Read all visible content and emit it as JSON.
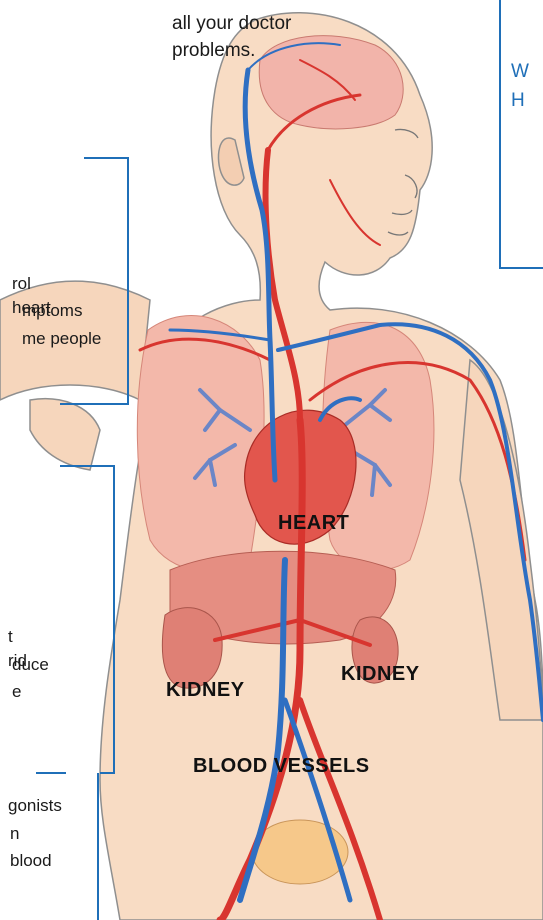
{
  "intro_lines": [
    "all your doctor",
    "problems."
  ],
  "right_callout_lines": [
    "W",
    "H"
  ],
  "callout_1_lines": [
    "rol heart",
    "mptoms",
    "me people"
  ],
  "callout_2_lines": [
    "t rid",
    "duce",
    "e"
  ],
  "callout_3_lines": [
    "gonists",
    "n",
    "blood"
  ],
  "labels": {
    "heart": "HEART",
    "kidney_left": "KIDNEY",
    "kidney_right": "KIDNEY",
    "blood_vessels": "BLOOD VESSELS"
  },
  "colors": {
    "callout_border": "#1f6fb8",
    "artery": "#d8352f",
    "vein": "#2f6fc2",
    "skin": "#f6d7bd",
    "organ": "#eea79c"
  }
}
